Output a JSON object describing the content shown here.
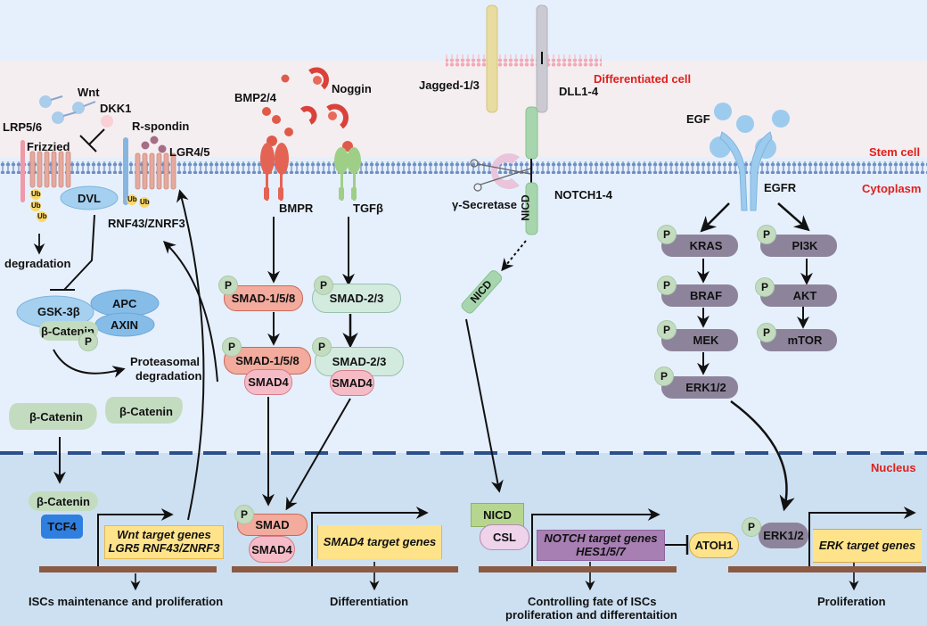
{
  "regions": {
    "differentiated_cell": "Differentiated cell",
    "stem_cell": "Stem cell",
    "cytoplasm": "Cytoplasm",
    "nucleus": "Nucleus"
  },
  "colors": {
    "background": "#e6f0fc",
    "extracellular_band": "#f4eef1",
    "nucleus": "#cde0f1",
    "region_label": "#e0201c",
    "membrane": "#6f8fc4",
    "dna": "#8a5a44",
    "gene_box": "#ffe38a",
    "notch_gene_box": "#a77fb3",
    "phospho": "#c3dcc0"
  },
  "wnt": {
    "wnt": "Wnt",
    "dkk1": "DKK1",
    "lrp": "LRP5/6",
    "frizzled": "Frizzied",
    "rspondin": "R-spondin",
    "lgr": "LGR4/5",
    "dvl": "DVL",
    "ub": "Ub",
    "rnf": "RNF43/ZNRF3",
    "degradation": "degradation",
    "gsk": "GSK-3β",
    "apc": "APC",
    "axin": "AXIN",
    "bcat": "β-Catenin",
    "p": "P",
    "proteasomal_1": "Proteasomal",
    "proteasomal_2": "degradation",
    "tcf4": "TCF4",
    "target_1": "Wnt target genes",
    "target_2": "LGR5 RNF43/ZNRF3",
    "outcome": "ISCs maintenance and proliferation"
  },
  "bmp": {
    "bmp": "BMP2/4",
    "noggin": "Noggin",
    "bmpr": "BMPR",
    "tgfb": "TGFβ",
    "smad158": "SMAD-1/5/8",
    "smad23": "SMAD-2/3",
    "smad4": "SMAD4",
    "smad": "SMAD",
    "p": "P",
    "target": "SMAD4 target genes",
    "outcome": "Differentiation"
  },
  "notch": {
    "jagged": "Jagged-1/3",
    "dll": "DLL1-4",
    "secretase": "γ-Secretase",
    "notch": "NOTCH1-4",
    "nicd": "NICD",
    "csl": "CSL",
    "target_1": "NOTCH target genes",
    "target_2": "HES1/5/7",
    "atoh1": "ATOH1",
    "outcome_1": "Controlling fate of ISCs",
    "outcome_2": "proliferation and differentaition"
  },
  "egf": {
    "egf": "EGF",
    "egfr": "EGFR",
    "kras": "KRAS",
    "braf": "BRAF",
    "mek": "MEK",
    "erk": "ERK1/2",
    "pi3k": "PI3K",
    "akt": "AKT",
    "mtor": "mTOR",
    "p": "P",
    "target": "ERK target genes",
    "outcome": "Proliferation"
  }
}
